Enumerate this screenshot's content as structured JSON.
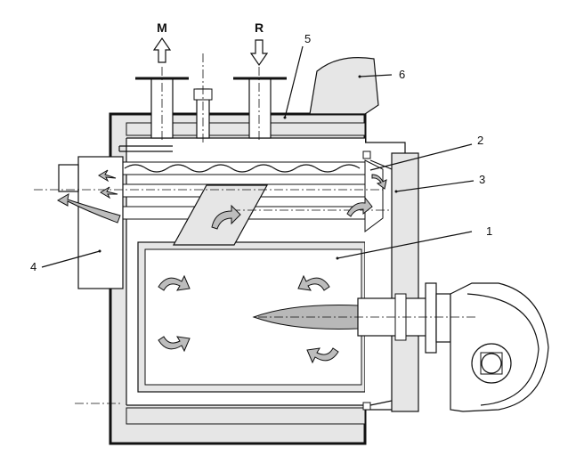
{
  "labels": {
    "outlet": "M",
    "return": "R",
    "part1": "1",
    "part2": "2",
    "part3": "3",
    "part4": "4",
    "part5": "5",
    "part6": "6"
  }
}
